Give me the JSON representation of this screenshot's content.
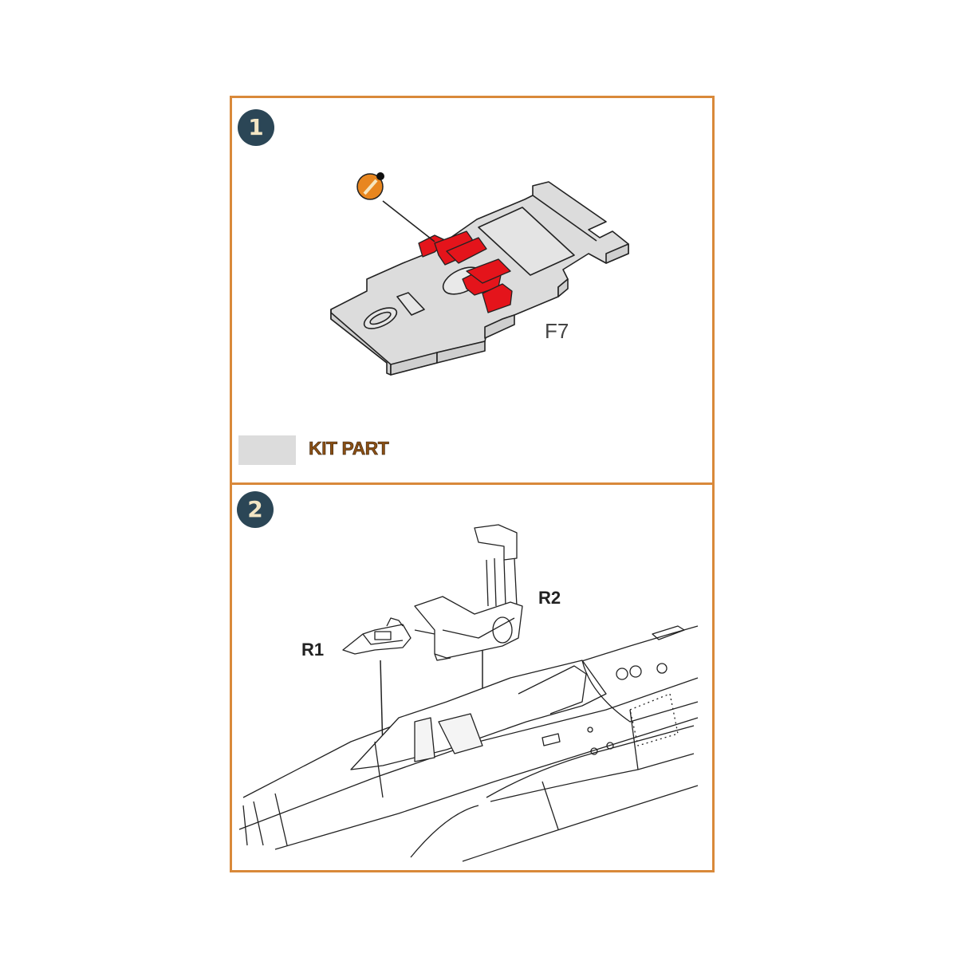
{
  "steps": [
    {
      "number": "1",
      "parts": [
        {
          "id": "F7",
          "label": "F7",
          "type": "kit-part",
          "color": "#dcdcdc"
        },
        {
          "id": "resin-brackets",
          "type": "resin-part",
          "color": "#e4141b"
        }
      ],
      "glue_icon": "glue-bottle-icon",
      "legend": {
        "label": "KIT PART",
        "swatch_color": "#dcdcdc",
        "text_color": "#8a4f14"
      }
    },
    {
      "number": "2",
      "parts": [
        {
          "id": "R1",
          "label": "R1",
          "type": "resin-part"
        },
        {
          "id": "R2",
          "label": "R2",
          "type": "resin-part"
        }
      ]
    }
  ],
  "colors": {
    "frame_border": "#d9893a",
    "badge_fill": "#2b4656",
    "badge_text": "#f3e6c4",
    "resin_red": "#e4141b",
    "kit_gray": "#dcdcdc",
    "glue_orange": "#e8861f"
  }
}
